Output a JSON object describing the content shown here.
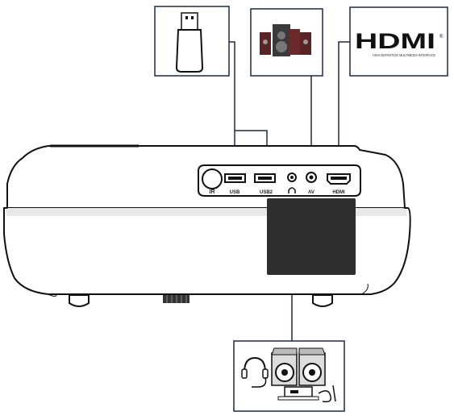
{
  "ports": [
    {
      "id": "ir",
      "label": "IR"
    },
    {
      "id": "usb",
      "label": "USB"
    },
    {
      "id": "usb2",
      "label": "USB2"
    },
    {
      "id": "audio",
      "label": "🎧"
    },
    {
      "id": "av",
      "label": "AV"
    },
    {
      "id": "hdmi",
      "label": "HDMI"
    }
  ],
  "devices": {
    "usb_stick": {
      "icon": "usb-stick-icon"
    },
    "speakers": {
      "icon": "speakers-icon"
    },
    "hdmi_logo": {
      "logo_text": "HDMI",
      "tagline": "HIGH-DEFINITION MULTIMEDIA INTERFACE",
      "registered": "®"
    },
    "audio_out": {
      "icon": "headphones-and-speakers-icon"
    }
  },
  "colors": {
    "line": "#1e2a44",
    "body": "#222222",
    "background": "#ffffff"
  }
}
